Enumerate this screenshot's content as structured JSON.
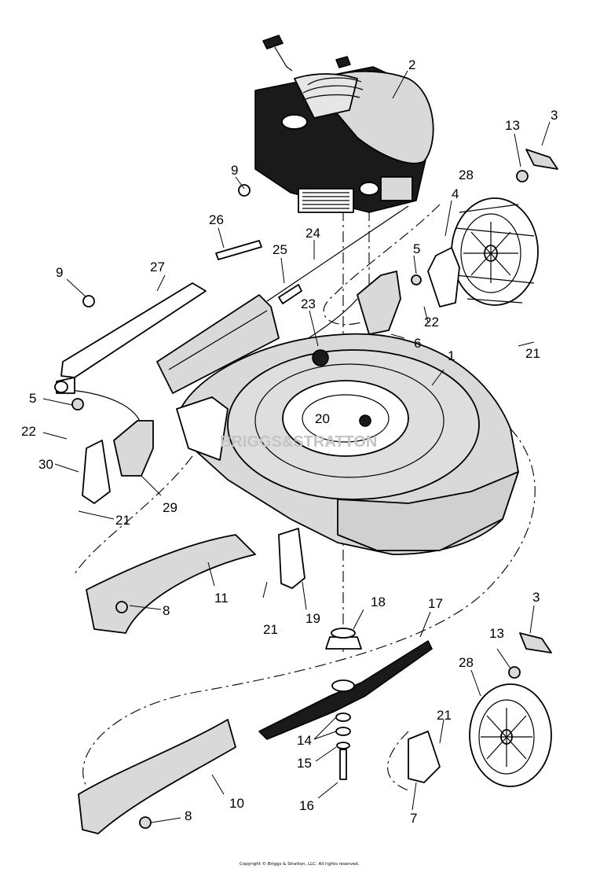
{
  "labels": {
    "l1": "1",
    "l2": "2",
    "l3a": "3",
    "l3b": "3",
    "l4": "4",
    "l5a": "5",
    "l5b": "5",
    "l6": "6",
    "l7": "7",
    "l8a": "8",
    "l8b": "8",
    "l9a": "9",
    "l9b": "9",
    "l10": "10",
    "l11": "11",
    "l13a": "13",
    "l13b": "13",
    "l14": "14",
    "l15": "15",
    "l16": "16",
    "l17": "17",
    "l18": "18",
    "l19": "19",
    "l20": "20",
    "l21a": "21",
    "l21b": "21",
    "l21c": "21",
    "l21d": "21",
    "l22a": "22",
    "l22b": "22",
    "l23": "23",
    "l24": "24",
    "l25": "25",
    "l26": "26",
    "l27": "27",
    "l28a": "28",
    "l28b": "28",
    "l29": "29",
    "l30": "30"
  },
  "watermark": "BRIGGS&STRATTON",
  "copyright": "Copyright © Briggs & Stratton, LLC. All rights reserved."
}
